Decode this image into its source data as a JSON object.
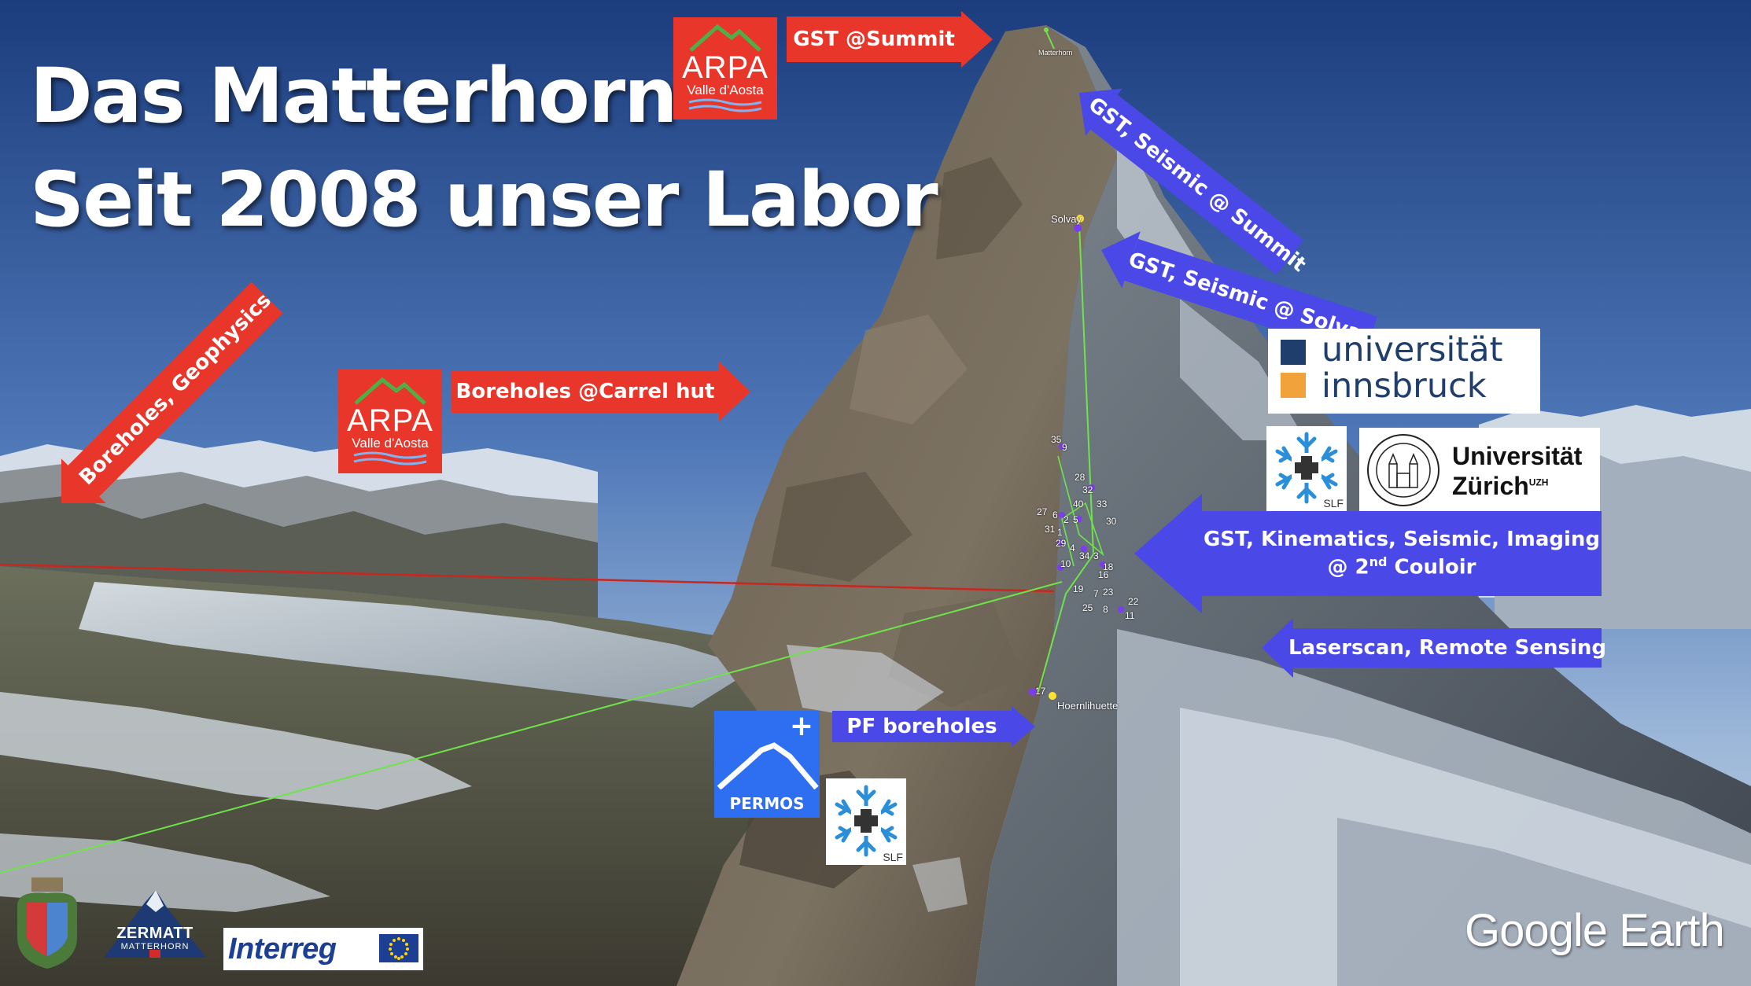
{
  "title": {
    "line1": "Das Matterhorn",
    "line2": "Seit 2008 unser Labor"
  },
  "arrows": {
    "gst_summit": "GST @Summit",
    "gst_seismic_summit": "GST, Seismic @ Summit",
    "gst_seismic_solvay": "GST, Seismic @ Solvay",
    "boreholes_carrel": "Boreholes @Carrel hut",
    "boreholes_geophysics": "Boreholes, Geophysics",
    "second_couloir_line1": "GST, Kinematics, Seismic, Imaging",
    "second_couloir_line2_pre": "@ 2",
    "second_couloir_line2_sup": "nd",
    "second_couloir_line2_post": " Couloir",
    "laserscan": "Laserscan, Remote Sensing",
    "pf_boreholes": "PF boreholes"
  },
  "logos": {
    "arpa_name": "ARPA",
    "arpa_sub": "Valle d'Aosta",
    "uibk_line1": "universität",
    "uibk_line2": "innsbruck",
    "uzh_line1": "Universität",
    "uzh_line2": "Zürich",
    "uzh_sup": "UZH",
    "slf": "SLF",
    "permos": "PERMOS",
    "zermatt": "ZERMATT",
    "zermatt_sub": "MATTERHORN",
    "interreg": "Interreg",
    "google_earth": "Google Earth"
  },
  "map_labels": {
    "solvay": "Solvay",
    "hoernli": "Hoernlihuette",
    "summit": "Matterhorn"
  },
  "site_numbers": [
    "35",
    "9",
    "28",
    "32",
    "40",
    "33",
    "27",
    "6",
    "2",
    "5",
    "30",
    "31",
    "1",
    "29",
    "4",
    "3",
    "34",
    "10",
    "16",
    "18",
    "19",
    "7",
    "23",
    "22",
    "25",
    "8",
    "11",
    "17"
  ],
  "colors": {
    "red_arrow": "#e8362a",
    "blue_arrow": "#4a49e8",
    "green_line": "#6fe34a",
    "red_line": "#c8261f"
  }
}
